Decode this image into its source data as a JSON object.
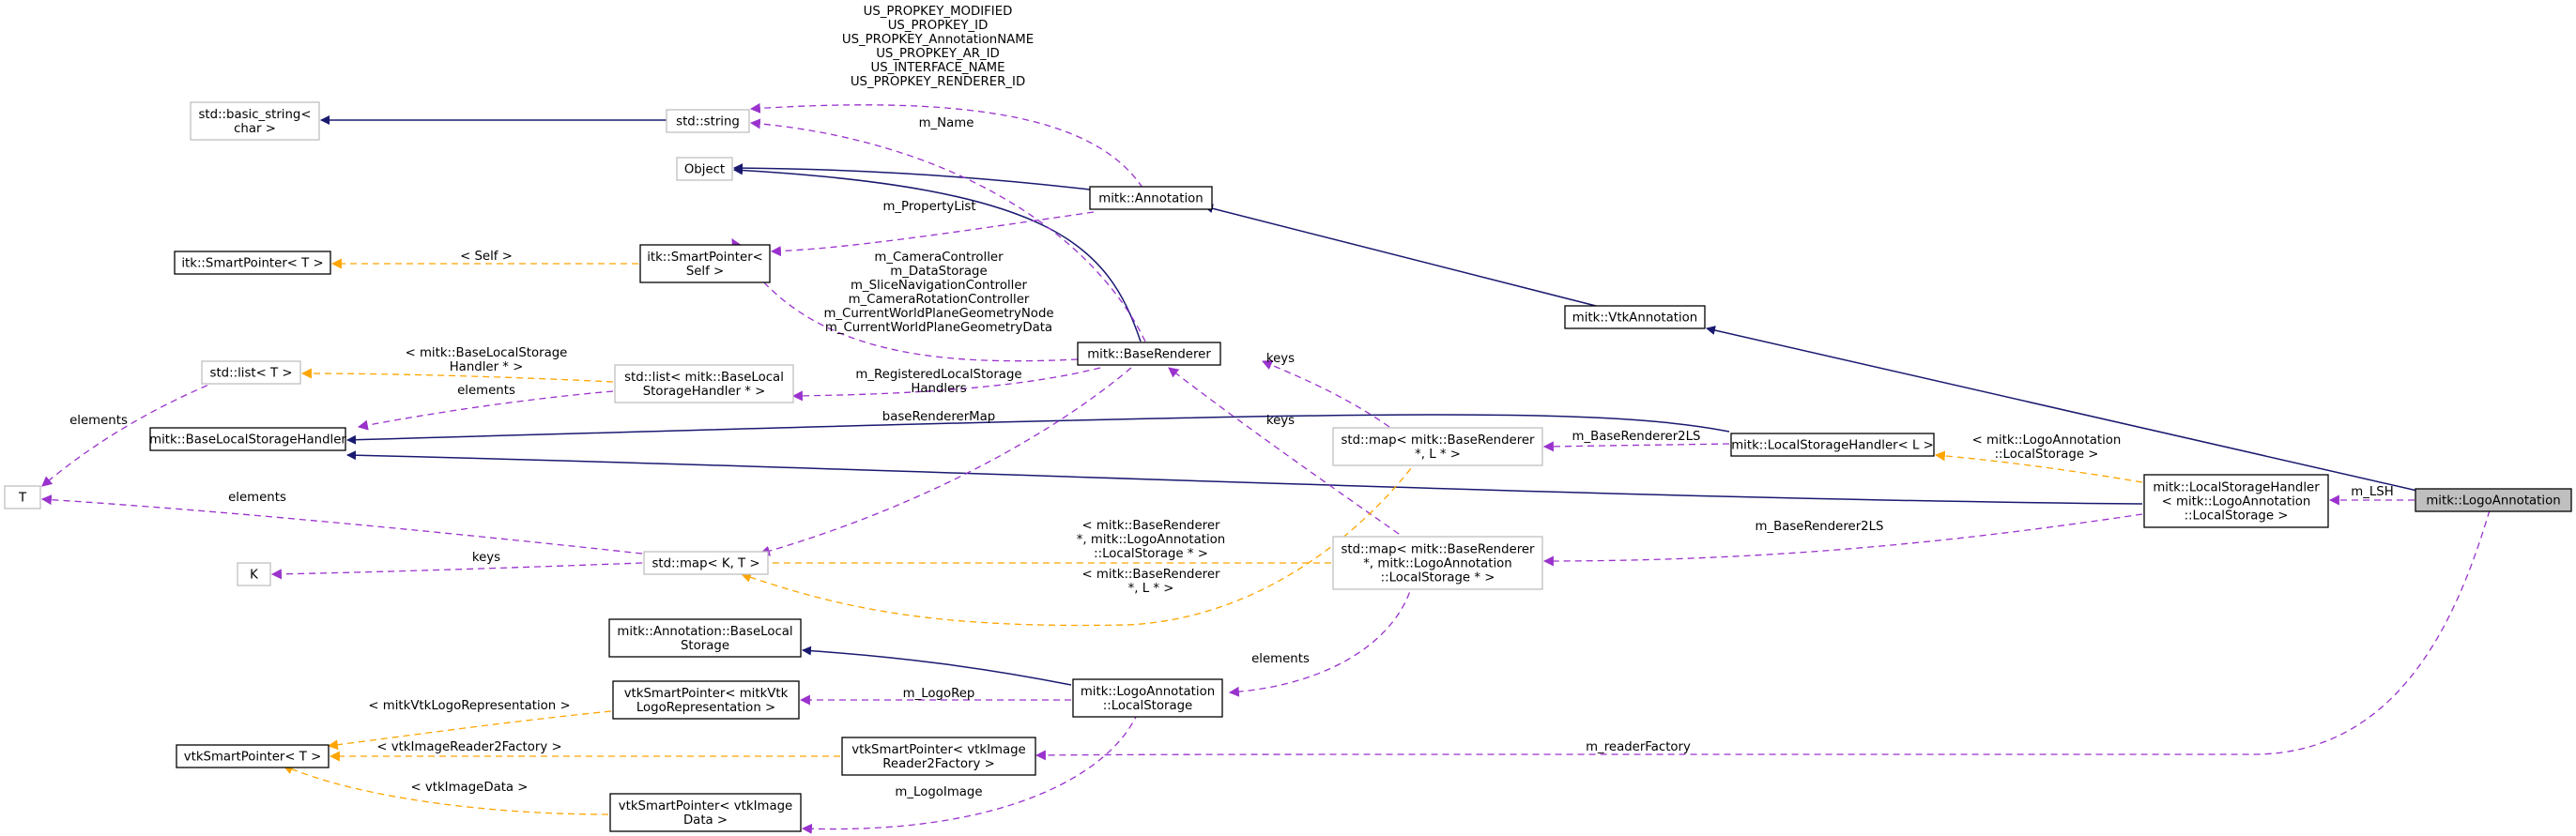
{
  "nodes": {
    "logo_annotation": [
      "mitk::LogoAnnotation"
    ],
    "local_storage_handler_logo": [
      "mitk::LocalStorageHandler",
      "< mitk::LogoAnnotation",
      "::LocalStorage >"
    ],
    "vtk_annotation": [
      "mitk::VtkAnnotation"
    ],
    "local_storage_handler_l": [
      "mitk::LocalStorageHandler< L >"
    ],
    "annotation": [
      "mitk::Annotation"
    ],
    "base_renderer": [
      "mitk::BaseRenderer"
    ],
    "std_map_base_renderer_l": [
      "std::map< mitk::BaseRenderer",
      "*, L * >"
    ],
    "std_map_base_renderer_logo": [
      "std::map< mitk::BaseRenderer",
      "*, mitk::LogoAnnotation",
      "::LocalStorage * >"
    ],
    "logo_local_storage": [
      "mitk::LogoAnnotation",
      "::LocalStorage"
    ],
    "annotation_base_local_storage": [
      "mitk::Annotation::BaseLocal",
      "Storage"
    ],
    "vtk_sp_logo_rep": [
      "vtkSmartPointer< mitkVtk",
      "LogoRepresentation >"
    ],
    "vtk_sp_image_reader": [
      "vtkSmartPointer< vtkImage",
      "Reader2Factory >"
    ],
    "vtk_sp_image_data": [
      "vtkSmartPointer< vtkImage",
      "Data >"
    ],
    "vtk_smart_pointer_t": [
      "vtkSmartPointer< T >"
    ],
    "std_string": [
      "std::string"
    ],
    "std_basic_string": [
      "std::basic_string<",
      "char >"
    ],
    "object": [
      "Object"
    ],
    "itk_sp_self": [
      "itk::SmartPointer<",
      "Self >"
    ],
    "itk_smart_pointer_t": [
      "itk::SmartPointer< T >"
    ],
    "std_list_handler": [
      "std::list< mitk::BaseLocal",
      "StorageHandler * >"
    ],
    "std_list_t": [
      "std::list< T >"
    ],
    "base_local_storage_handler": [
      "mitk::BaseLocalStorageHandler"
    ],
    "t": [
      "T"
    ],
    "std_map_k_t": [
      "std::map< K, T >"
    ],
    "k": [
      "K"
    ]
  },
  "edge_labels": {
    "m_lsh": [
      "m_LSH"
    ],
    "m_reader_factory": [
      "m_readerFactory"
    ],
    "m_base_renderer_2ls_a": [
      "m_BaseRenderer2LS"
    ],
    "m_base_renderer_2ls_b": [
      "m_BaseRenderer2LS"
    ],
    "logo_annotation_local_storage_tmpl": [
      "< mitk::LogoAnnotation",
      "::LocalStorage >"
    ],
    "keys_map_l": [
      "keys"
    ],
    "keys_map_logo": [
      "keys"
    ],
    "map_logo_tmpl": [
      "< mitk::BaseRenderer",
      "*, mitk::LogoAnnotation",
      "::LocalStorage * >"
    ],
    "map_l_tmpl": [
      "< mitk::BaseRenderer",
      "*, L * >"
    ],
    "elements_storage": [
      "elements"
    ],
    "m_logo_rep": [
      "m_LogoRep"
    ],
    "m_logo_image": [
      "m_LogoImage"
    ],
    "vtk_logo_rep_tmpl": [
      "< mitkVtkLogoRepresentation >"
    ],
    "vtk_reader_tmpl": [
      "< vtkImageReader2Factory >"
    ],
    "vtk_image_data_tmpl": [
      "< vtkImageData >"
    ],
    "renderer_members": [
      "m_CameraController",
      "m_DataStorage",
      "m_SliceNavigationController",
      "m_CameraRotationController",
      "m_CurrentWorldPlaneGeometryNode",
      "m_CurrentWorldPlaneGeometryData"
    ],
    "m_property_list": [
      "m_PropertyList"
    ],
    "m_name": [
      "m_Name"
    ],
    "us_props": [
      "US_PROPKEY_MODIFIED",
      "US_PROPKEY_ID",
      "US_PROPKEY_AnnotationNAME",
      "US_PROPKEY_AR_ID",
      "US_INTERFACE_NAME",
      "US_PROPKEY_RENDERER_ID"
    ],
    "self_tmpl": [
      "< Self >"
    ],
    "m_registered_local_storage": [
      "m_RegisteredLocalStorage",
      "Handlers"
    ],
    "base_local_storage_tmpl": [
      "< mitk::BaseLocalStorage",
      "Handler * >"
    ],
    "elements_list": [
      "elements"
    ],
    "elements_list_t": [
      "elements"
    ],
    "base_renderer_map": [
      "baseRendererMap"
    ],
    "elements_t": [
      "elements"
    ],
    "keys_k": [
      "keys"
    ]
  },
  "colors": {
    "inheritance": "#191970",
    "usage": "#9a32cd",
    "template": "#ffa500",
    "selected_fill": "#bfbfbf",
    "undocumented_border": "#bfbfbf"
  }
}
